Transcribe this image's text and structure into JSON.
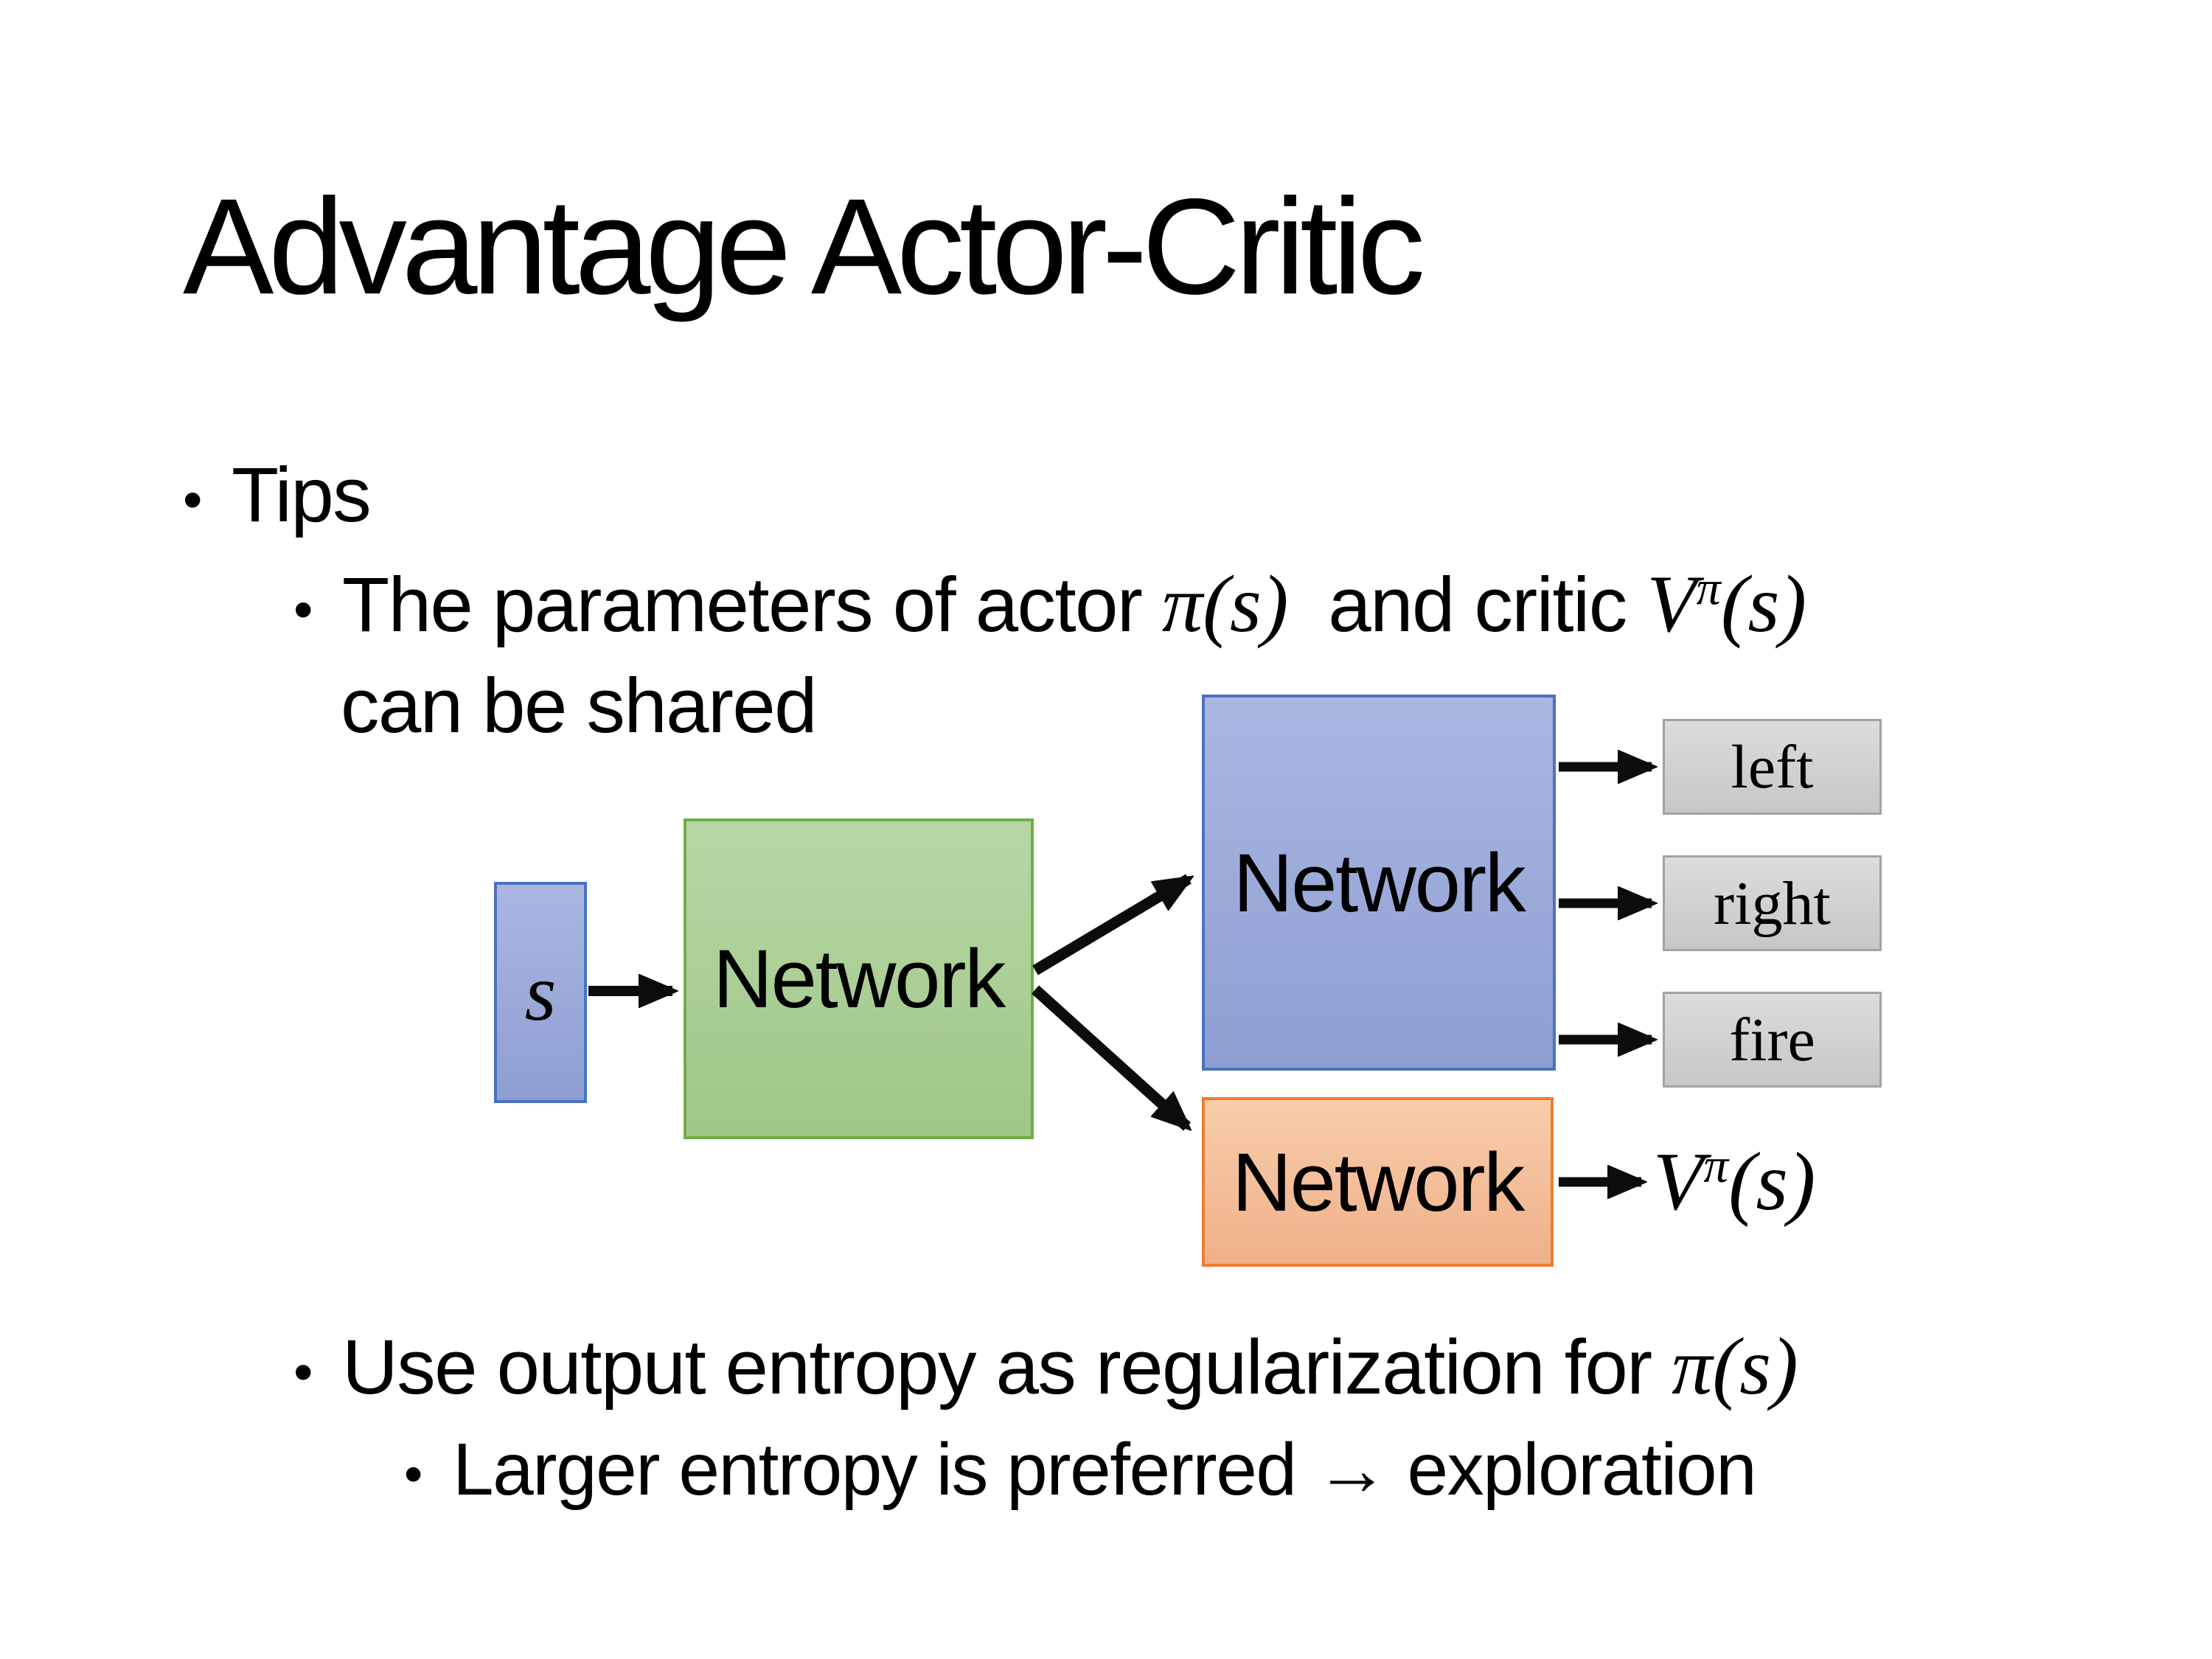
{
  "ui": {
    "bullet": "•"
  },
  "title": "Advantage Actor-Critic",
  "bullets": {
    "tips": "Tips",
    "param_pre": "The parameters of actor ",
    "param_mid": " and critic ",
    "param_line2": "can be shared",
    "entropy_pre": "Use output entropy as regularization for ",
    "exploration": "Larger entropy is preferred → exploration"
  },
  "math": {
    "pi_s": "π(s)",
    "V": "V",
    "pi_sup": "π",
    "paren_s": "(s)"
  },
  "diagram": {
    "state_label": "s",
    "shared_network": "Network",
    "actor_network": "Network",
    "critic_network": "Network",
    "actions": [
      "left",
      "right",
      "fire"
    ]
  },
  "theme": {
    "blue-top": "#aab7e1",
    "blue-bottom": "#8e9ed2",
    "blue-border": "#4a72c0",
    "green-top": "#b6d7a5",
    "green-bottom": "#a0c788",
    "green-border": "#71ad47",
    "orange-top": "#f8cdab",
    "orange-bottom": "#efb089",
    "orange-border": "#ed7d31",
    "gray-top": "#dcdcdc",
    "gray-bottom": "#c7c7c7",
    "gray-border": "#a3a3a3"
  }
}
